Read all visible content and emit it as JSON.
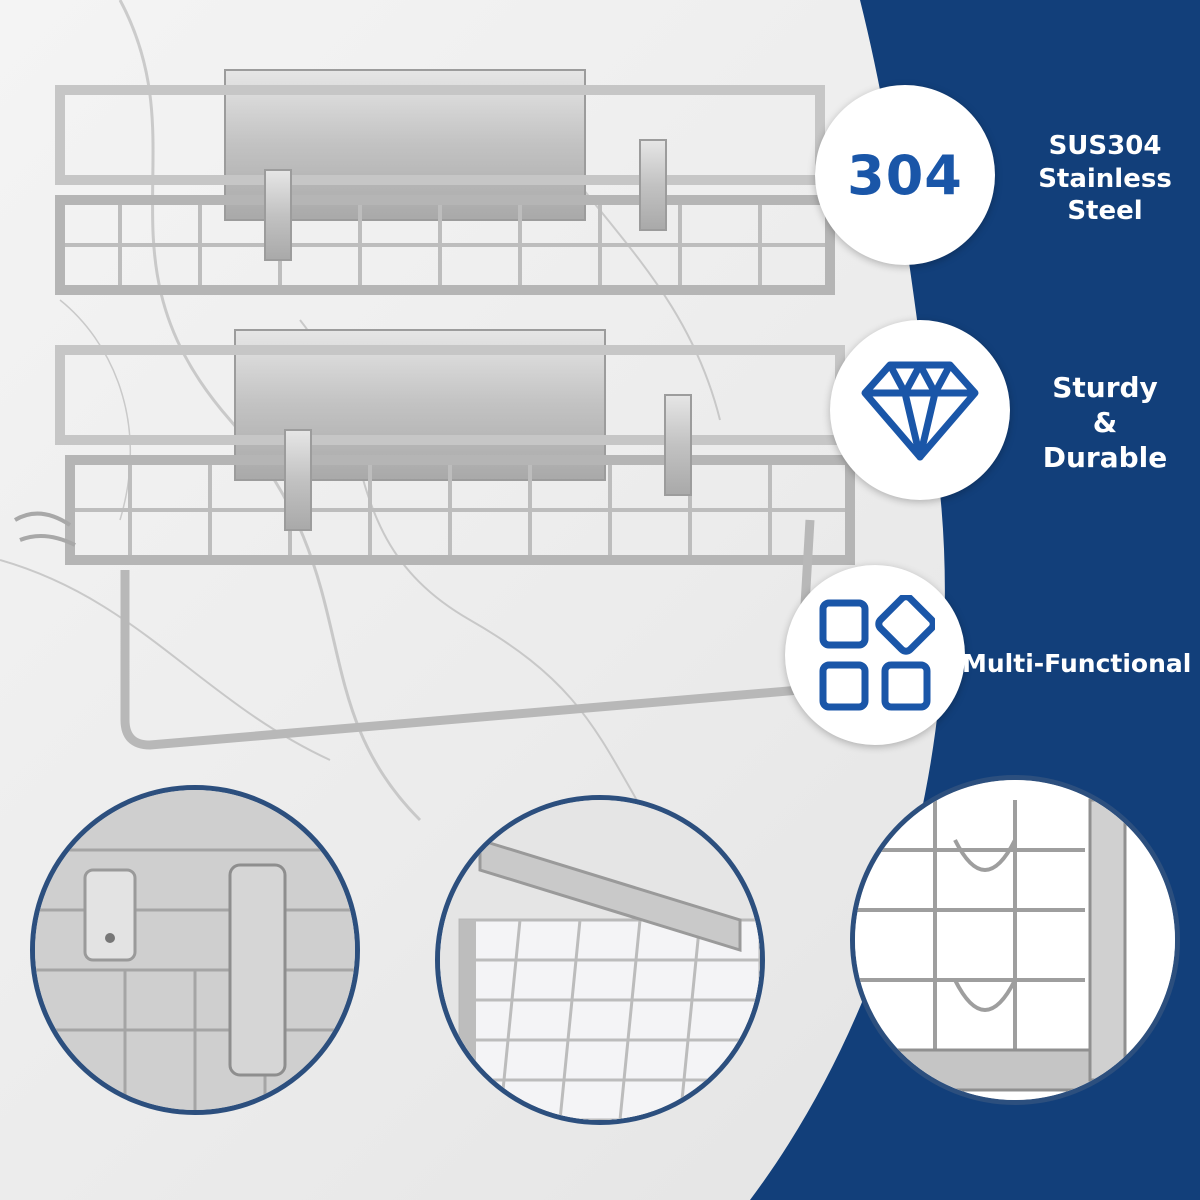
{
  "features": {
    "steel": {
      "badge_number": "304",
      "label_line1": "SUS304",
      "label_line2": "Stainless",
      "label_line3": "Steel",
      "icon": "steel-grade-badge"
    },
    "sturdy": {
      "label_line1": "Sturdy",
      "label_line2": "&",
      "label_line3": "Durable",
      "icon": "diamond-icon"
    },
    "multi": {
      "label": "Multi-Functional",
      "icon": "grid-squares-icon"
    }
  },
  "colors": {
    "navy": "#123f7a",
    "icon_blue": "#1a56a8",
    "badge_white": "#ffffff",
    "steel": "#c9c9c9"
  }
}
